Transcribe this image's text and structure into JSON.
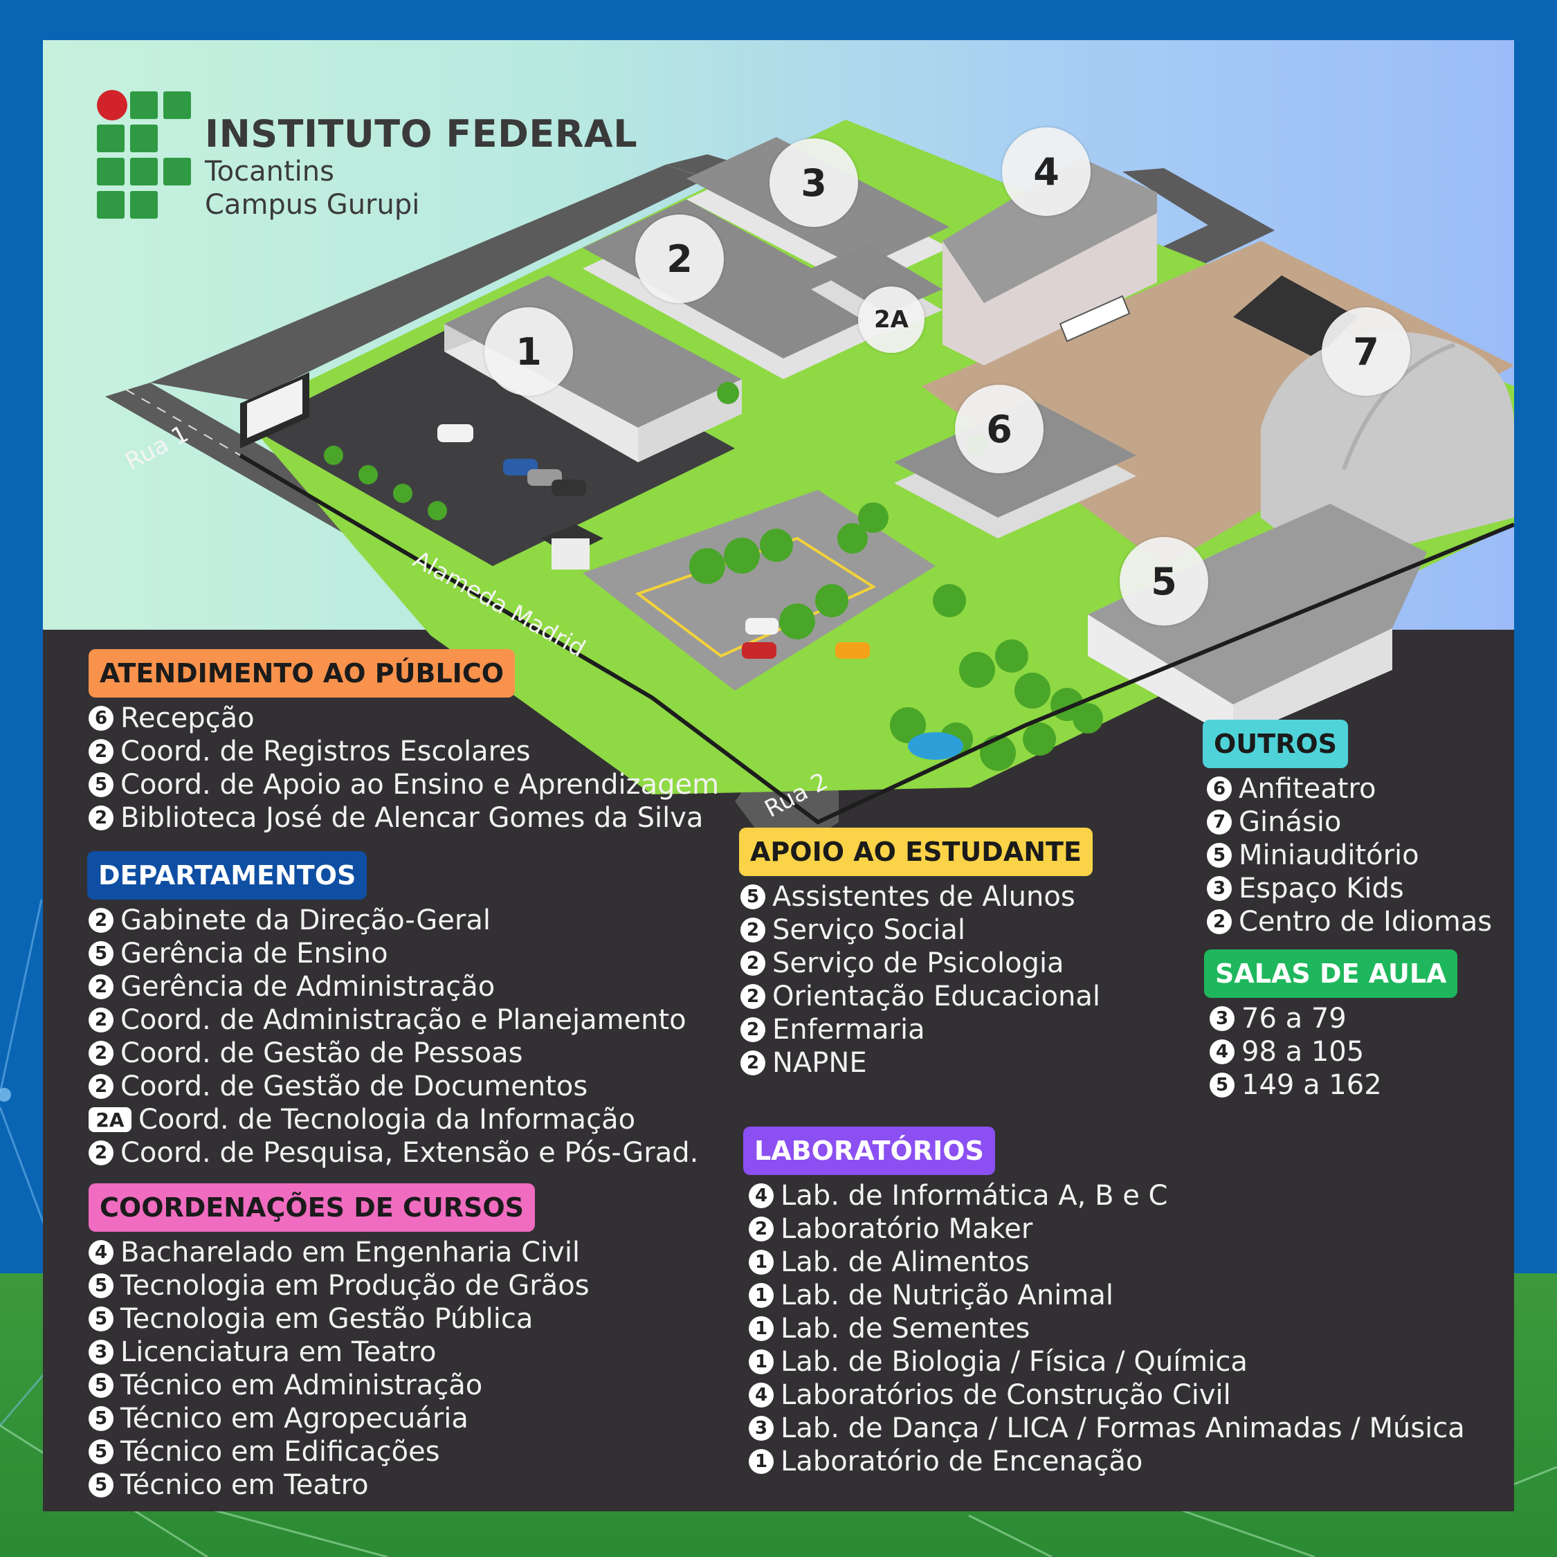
{
  "header": {
    "title": "INSTITUTO FEDERAL",
    "subtitle_line1": "Tocantins",
    "subtitle_line2": "Campus Gurupi"
  },
  "colors": {
    "frame_dark": "#333034",
    "outer_blue": "#0a64b4",
    "logo_green": "#2f9a43",
    "logo_red": "#d2232a",
    "atendimento": "#f9924c",
    "departamentos": "#0e4ea3",
    "coordenacoes": "#f06cc0",
    "apoio": "#fbd348",
    "laboratorios": "#8b4ff2",
    "outros": "#4fd3d8",
    "salas": "#1fb75d"
  },
  "map": {
    "building_markers": [
      "1",
      "2",
      "2A",
      "3",
      "4",
      "5",
      "6",
      "7"
    ],
    "streets": [
      "Rua 1",
      "Alameda Madrid",
      "Rua 2"
    ]
  },
  "sections": {
    "atendimento": {
      "title": "ATENDIMENTO AO PÚBLICO",
      "items": [
        {
          "badge": "6",
          "label": "Recepção"
        },
        {
          "badge": "2",
          "label": "Coord. de Registros Escolares"
        },
        {
          "badge": "5",
          "label": "Coord. de Apoio ao Ensino e Aprendizagem"
        },
        {
          "badge": "2",
          "label": "Biblioteca José de Alencar Gomes da Silva"
        }
      ]
    },
    "departamentos": {
      "title": "DEPARTAMENTOS",
      "items": [
        {
          "badge": "2",
          "label": "Gabinete da Direção-Geral"
        },
        {
          "badge": "5",
          "label": "Gerência de Ensino"
        },
        {
          "badge": "2",
          "label": "Gerência de Administração"
        },
        {
          "badge": "2",
          "label": "Coord. de Administração e Planejamento"
        },
        {
          "badge": "2",
          "label": "Coord. de Gestão de Pessoas"
        },
        {
          "badge": "2",
          "label": "Coord. de Gestão de Documentos"
        },
        {
          "badge": "2A",
          "label": "Coord. de Tecnologia da Informação"
        },
        {
          "badge": "2",
          "label": "Coord. de Pesquisa, Extensão e Pós-Grad."
        }
      ]
    },
    "coordenacoes": {
      "title": "COORDENAÇÕES DE CURSOS",
      "items": [
        {
          "badge": "4",
          "label": "Bacharelado em Engenharia Civil"
        },
        {
          "badge": "5",
          "label": "Tecnologia em Produção de Grãos"
        },
        {
          "badge": "5",
          "label": "Tecnologia em Gestão Pública"
        },
        {
          "badge": "3",
          "label": "Licenciatura em Teatro"
        },
        {
          "badge": "5",
          "label": "Técnico em Administração"
        },
        {
          "badge": "5",
          "label": "Técnico em Agropecuária"
        },
        {
          "badge": "5",
          "label": "Técnico em Edificações"
        },
        {
          "badge": "5",
          "label": "Técnico em Teatro"
        }
      ]
    },
    "apoio": {
      "title": "APOIO AO ESTUDANTE",
      "items": [
        {
          "badge": "5",
          "label": "Assistentes de Alunos"
        },
        {
          "badge": "2",
          "label": "Serviço Social"
        },
        {
          "badge": "2",
          "label": "Serviço de Psicologia"
        },
        {
          "badge": "2",
          "label": "Orientação Educacional"
        },
        {
          "badge": "2",
          "label": "Enfermaria"
        },
        {
          "badge": "2",
          "label": "NAPNE"
        }
      ]
    },
    "laboratorios": {
      "title": "LABORATÓRIOS",
      "items": [
        {
          "badge": "4",
          "label": "Lab. de Informática A, B e C"
        },
        {
          "badge": "2",
          "label": "Laboratório Maker"
        },
        {
          "badge": "1",
          "label": "Lab. de Alimentos"
        },
        {
          "badge": "1",
          "label": "Lab. de Nutrição Animal"
        },
        {
          "badge": "1",
          "label": "Lab. de Sementes"
        },
        {
          "badge": "1",
          "label": "Lab. de Biologia / Física / Química"
        },
        {
          "badge": "4",
          "label": "Laboratórios de Construção Civil"
        },
        {
          "badge": "3",
          "label": "Lab. de Dança / LICA / Formas Animadas / Música"
        },
        {
          "badge": "1",
          "label": "Laboratório de Encenação"
        }
      ]
    },
    "outros": {
      "title": "OUTROS",
      "items": [
        {
          "badge": "6",
          "label": "Anfiteatro"
        },
        {
          "badge": "7",
          "label": "Ginásio"
        },
        {
          "badge": "5",
          "label": "Miniauditório"
        },
        {
          "badge": "3",
          "label": "Espaço Kids"
        },
        {
          "badge": "2",
          "label": "Centro de Idiomas"
        }
      ]
    },
    "salas": {
      "title": "SALAS DE AULA",
      "items": [
        {
          "badge": "3",
          "label": "76 a 79"
        },
        {
          "badge": "4",
          "label": "98 a 105"
        },
        {
          "badge": "5",
          "label": "149 a 162"
        }
      ]
    }
  }
}
